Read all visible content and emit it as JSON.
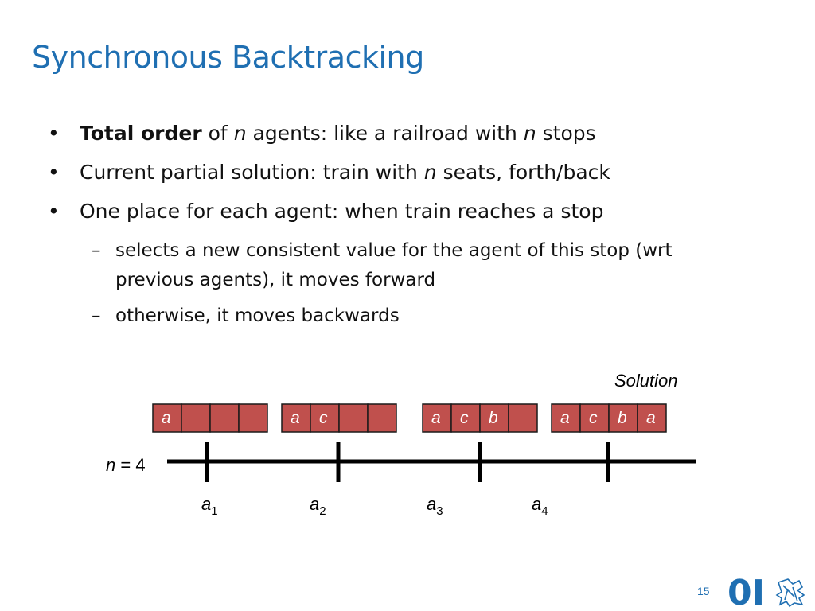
{
  "slide": {
    "title": "Synchronous Backtracking",
    "page_number": "15"
  },
  "bullets": [
    {
      "parts": [
        {
          "text": "Total order",
          "style": "bold"
        },
        {
          "text": " of ",
          "style": "normal"
        },
        {
          "text": "n",
          "style": "italic"
        },
        {
          "text": " agents: like a railroad with ",
          "style": "normal"
        },
        {
          "text": "n",
          "style": "italic"
        },
        {
          "text": " stops",
          "style": "normal"
        }
      ]
    },
    {
      "parts": [
        {
          "text": "Current partial solution: train with ",
          "style": "normal"
        },
        {
          "text": "n",
          "style": "italic"
        },
        {
          "text": " seats, forth/back",
          "style": "normal"
        }
      ]
    },
    {
      "parts": [
        {
          "text": "One place for each agent: when train reaches a stop",
          "style": "normal"
        }
      ]
    }
  ],
  "subbullets": [
    "selects a new consistent value for the agent of this stop (wrt previous agents), it moves forward",
    "otherwise, it moves backwards"
  ],
  "bullet_glyph": "•",
  "dash_glyph": "–",
  "diagram": {
    "solution_label": "Solution",
    "n_label": {
      "var": "n",
      "rest": " = 4"
    },
    "trains": [
      {
        "seats": [
          "a",
          "",
          "",
          ""
        ]
      },
      {
        "seats": [
          "a",
          "c",
          "",
          ""
        ]
      },
      {
        "seats": [
          "a",
          "c",
          "b",
          ""
        ]
      },
      {
        "seats": [
          "a",
          "c",
          "b",
          "a"
        ]
      }
    ],
    "stops": [
      {
        "base": "a",
        "sub": "1"
      },
      {
        "base": "a",
        "sub": "2"
      },
      {
        "base": "a",
        "sub": "3"
      },
      {
        "base": "a",
        "sub": "4"
      }
    ],
    "colors": {
      "seat_fill": "#c0504d",
      "seat_stroke": "#1a1a1a",
      "seat_text": "#ffffff",
      "track": "#000000"
    }
  },
  "logo": {
    "text": "0I",
    "color": "#1f6fb2"
  }
}
